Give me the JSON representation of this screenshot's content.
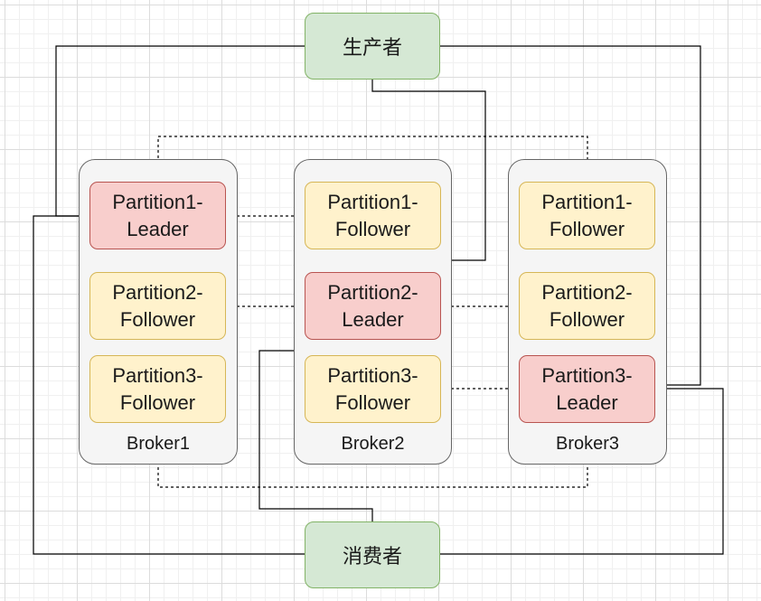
{
  "producer": {
    "label": "生产者"
  },
  "consumer": {
    "label": "消费者"
  },
  "brokers": [
    {
      "label": "Broker1",
      "partitions": [
        {
          "text": "Partition1-\nLeader",
          "role": "leader"
        },
        {
          "text": "Partition2-\nFollower",
          "role": "follower"
        },
        {
          "text": "Partition3-\nFollower",
          "role": "follower"
        }
      ]
    },
    {
      "label": "Broker2",
      "partitions": [
        {
          "text": "Partition1-\nFollower",
          "role": "follower"
        },
        {
          "text": "Partition2-\nLeader",
          "role": "leader"
        },
        {
          "text": "Partition3-\nFollower",
          "role": "follower"
        }
      ]
    },
    {
      "label": "Broker3",
      "partitions": [
        {
          "text": "Partition1-\nFollower",
          "role": "follower"
        },
        {
          "text": "Partition2-\nFollower",
          "role": "follower"
        },
        {
          "text": "Partition3-\nLeader",
          "role": "leader"
        }
      ]
    }
  ],
  "colors": {
    "leader_fill": "#f8cecc",
    "leader_stroke": "#b85450",
    "follower_fill": "#fff2cc",
    "follower_stroke": "#d6b656",
    "actor_fill": "#d5e8d4",
    "actor_stroke": "#82b366",
    "broker_fill": "#f5f5f5",
    "broker_stroke": "#666666"
  }
}
